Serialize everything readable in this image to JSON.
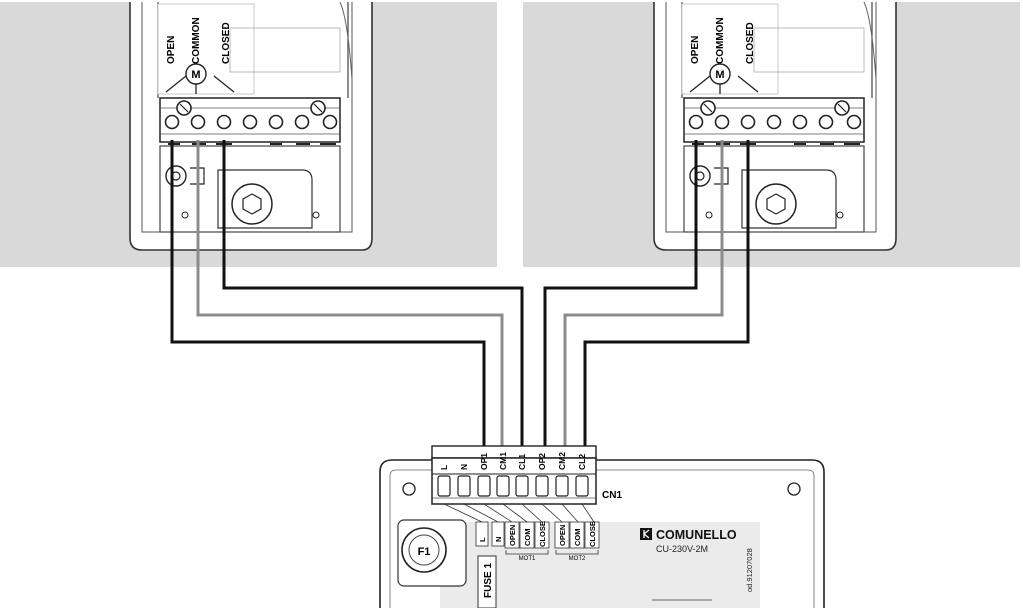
{
  "motor_left": {
    "label_open": "OPEN",
    "label_common": "COMMON",
    "label_closed": "CLOSED",
    "motor_symbol": "M"
  },
  "motor_right": {
    "label_open": "OPEN",
    "label_common": "COMMON",
    "label_closed": "CLOSED",
    "motor_symbol": "M"
  },
  "control_unit": {
    "brand": "COMUNELLO",
    "model": "CU-230V-2M",
    "code": "od.91207028",
    "connector_name": "CN1",
    "fuse_label": "FUSE 1",
    "fuse_id": "F1",
    "terminal_labels": [
      "L",
      "N",
      "OP1",
      "CM1",
      "CL1",
      "OP2",
      "CM2",
      "CL2"
    ],
    "silkscreen": {
      "power": [
        "L",
        "N"
      ],
      "motor1_terms": [
        "OPEN",
        "COM",
        "CLOSE"
      ],
      "motor1_group": "MOT1",
      "motor2_terms": [
        "OPEN",
        "COM",
        "CLOSE"
      ],
      "motor2_group": "MOT2"
    }
  },
  "colors": {
    "panel_background": "#d9d9d9",
    "wire_black": "#111111",
    "wire_gray": "#8c8c8c"
  }
}
